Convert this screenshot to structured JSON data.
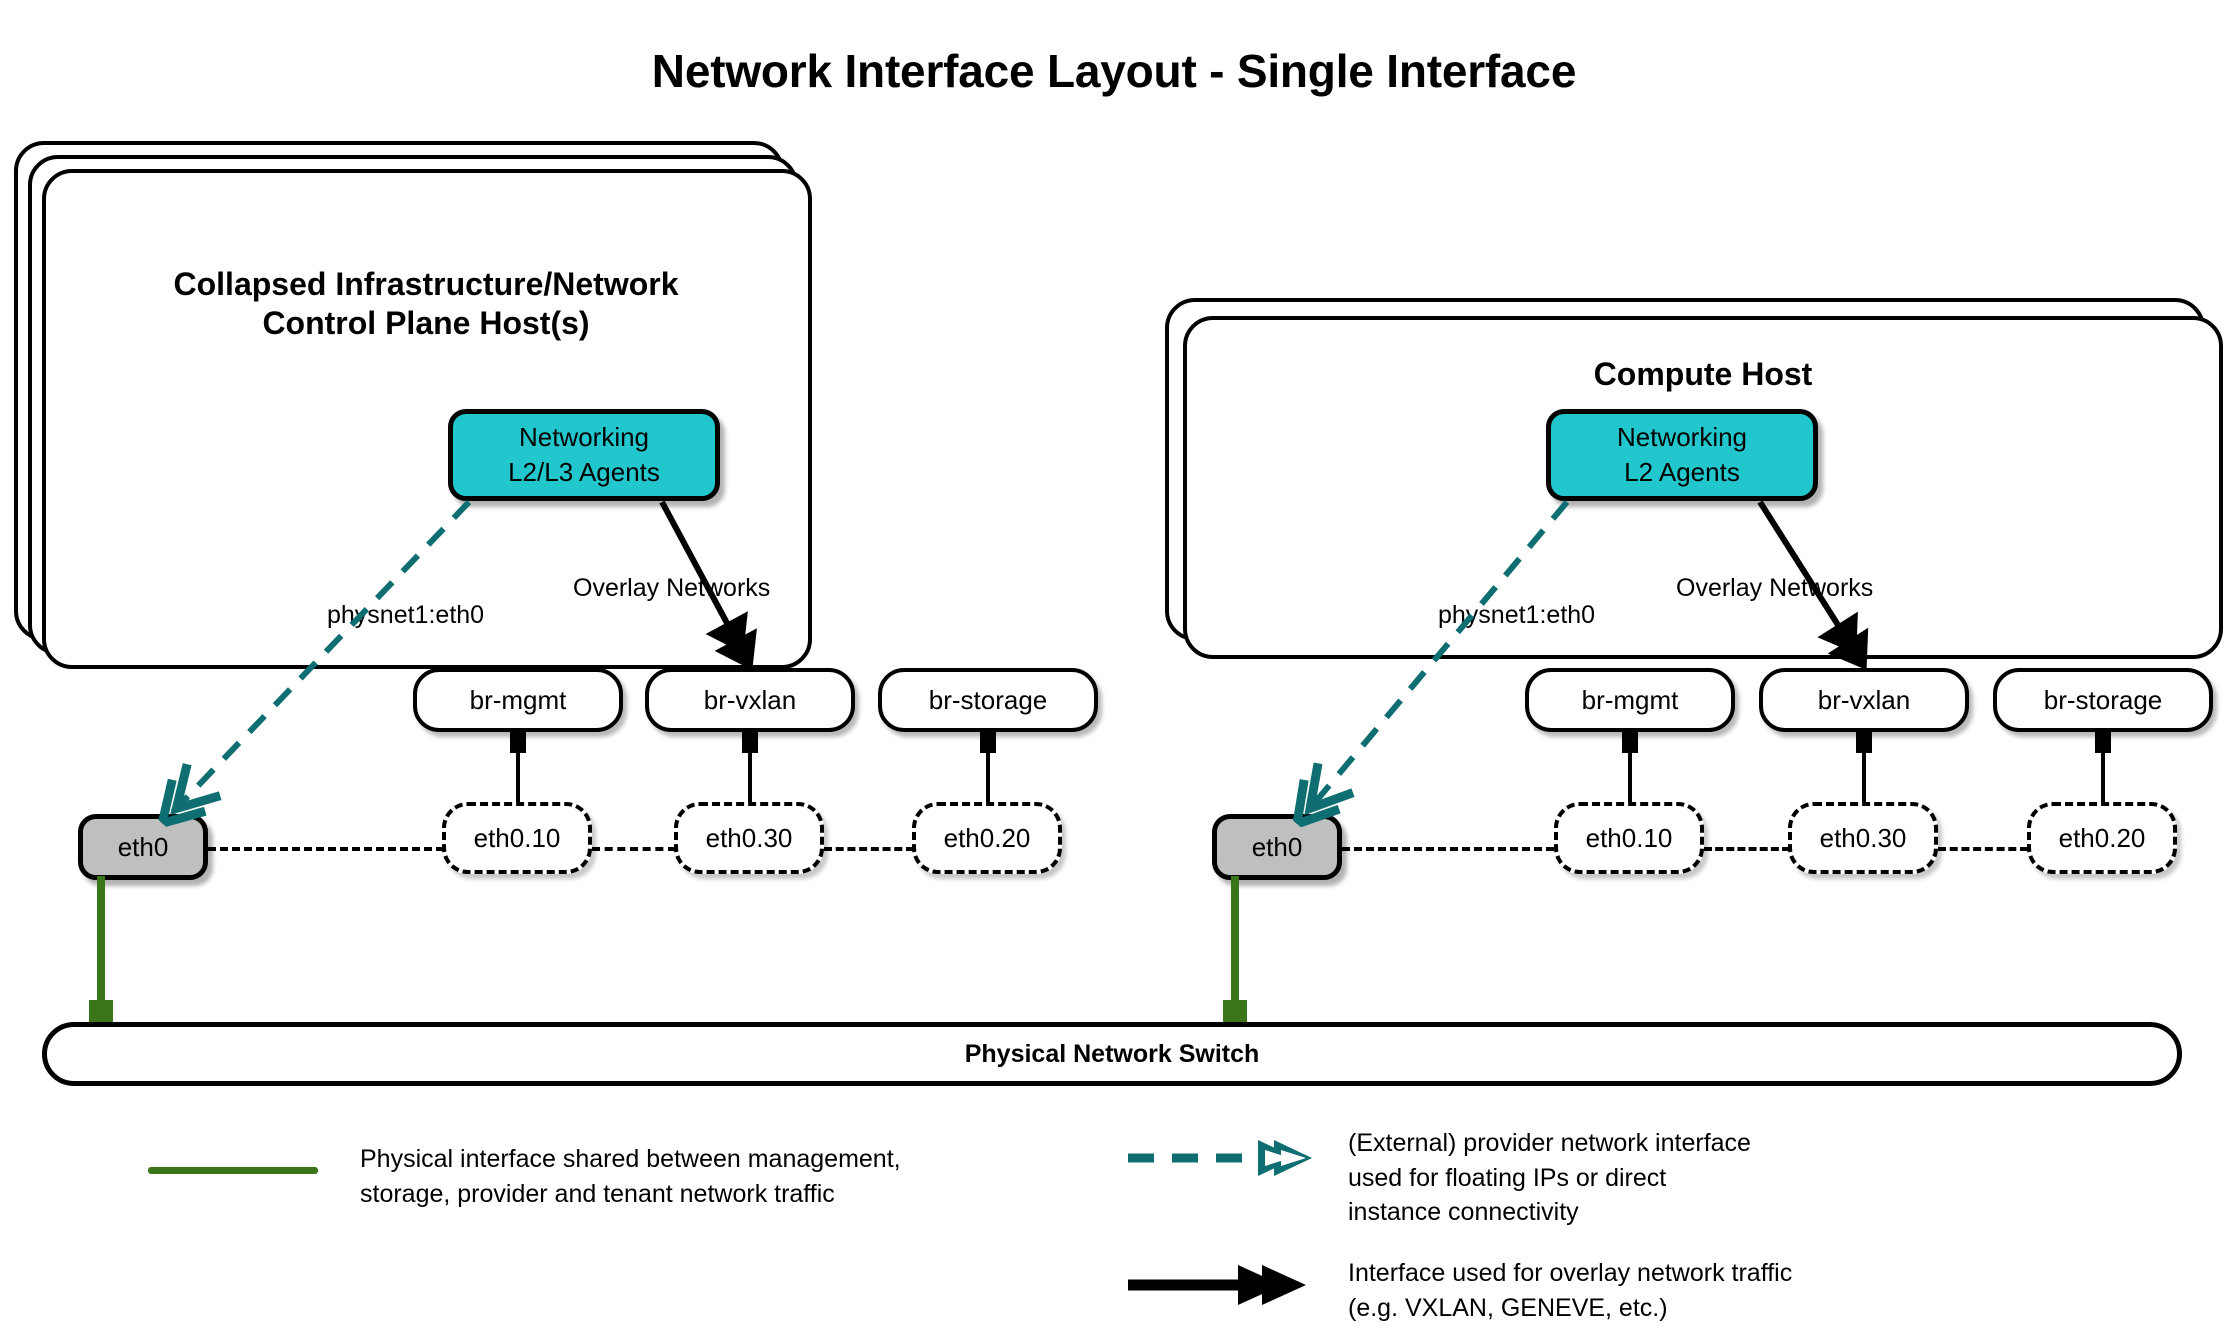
{
  "title": "Network Interface Layout - Single Interface",
  "colors": {
    "agent_fill": "#21c7cc",
    "nic_fill": "#bfbfbf",
    "physical_green": "#3a7519",
    "provider_teal": "#0f6e72",
    "outline": "#000000",
    "background": "#ffffff"
  },
  "hosts": [
    {
      "id": "control-plane",
      "title": "Collapsed Infrastructure/Network\nControl Plane Host(s)",
      "stack_count": 3,
      "agent": {
        "line1": "Networking",
        "line2": "L2/L3 Agents"
      },
      "provider_label": "physnet1:eth0",
      "overlay_label": "Overlay Networks",
      "nic": "eth0",
      "bridges": [
        {
          "bridge": "br-mgmt",
          "vlan": "eth0.10"
        },
        {
          "bridge": "br-vxlan",
          "vlan": "eth0.30"
        },
        {
          "bridge": "br-storage",
          "vlan": "eth0.20"
        }
      ]
    },
    {
      "id": "compute",
      "title": "Compute Host",
      "stack_count": 2,
      "agent": {
        "line1": "Networking",
        "line2": "L2 Agents"
      },
      "provider_label": "physnet1:eth0",
      "overlay_label": "Overlay Networks",
      "nic": "eth0",
      "bridges": [
        {
          "bridge": "br-mgmt",
          "vlan": "eth0.10"
        },
        {
          "bridge": "br-vxlan",
          "vlan": "eth0.30"
        },
        {
          "bridge": "br-storage",
          "vlan": "eth0.20"
        }
      ]
    }
  ],
  "switch": {
    "label": "Physical Network Switch"
  },
  "legend": [
    {
      "id": "physical-interface",
      "icon": "solid-green-line",
      "text": "Physical interface shared between management,\nstorage, provider and tenant network traffic"
    },
    {
      "id": "provider-interface",
      "icon": "teal-dashed-double-arrow",
      "text": "(External) provider network interface\nused for floating IPs or direct\ninstance connectivity"
    },
    {
      "id": "overlay-interface",
      "icon": "black-solid-double-arrow",
      "text": "Interface used for overlay network traffic\n(e.g. VXLAN, GENEVE, etc.)"
    }
  ]
}
